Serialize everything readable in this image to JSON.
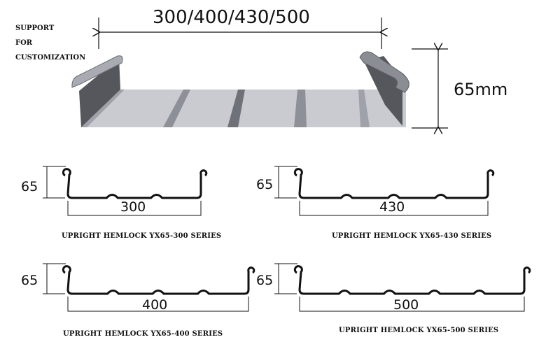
{
  "support_note": [
    "SUPPORT",
    "FOR",
    "CUSTOMIZATION"
  ],
  "width_label": "300/400/430/500",
  "height_label": "65mm",
  "profiles": [
    {
      "height": "65",
      "width": "300",
      "caption": "UPRIGHT HEMLOCK YX65-300 SERIES",
      "ribs": 2
    },
    {
      "height": "65",
      "width": "430",
      "caption": "UPRIGHT HEMLOCK YX65-430 SERIES",
      "ribs": 3
    },
    {
      "height": "65",
      "width": "400",
      "caption": "UPRIGHT HEMLOCK YX65-400 SERIES",
      "ribs": 3
    },
    {
      "height": "65",
      "width": "500",
      "caption": "UPRIGHT HEMLOCK YX65-500 SERIES",
      "ribs": 4
    }
  ],
  "colors": {
    "panel_light": "#c9cbd0",
    "panel_dark": "#55575c",
    "line": "#111111"
  }
}
